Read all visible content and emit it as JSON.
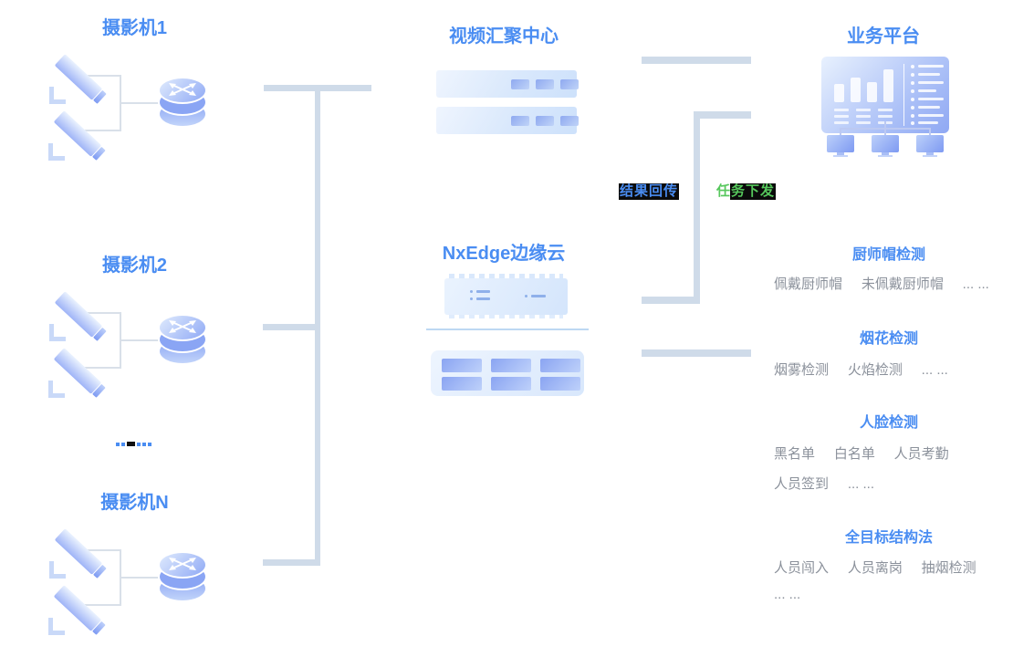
{
  "camera_groups": [
    {
      "title": "摄影机1"
    },
    {
      "title": "摄影机2"
    },
    {
      "title": "摄影机N"
    }
  ],
  "center": {
    "video_hub_title": "视频汇聚中心",
    "edge_cloud_title": "NxEdge边缘云"
  },
  "platform_title": "业务平台",
  "flows": {
    "result_return": "结果回传",
    "task_dispatch": "任务下发"
  },
  "sections": [
    {
      "title": "厨师帽检测",
      "lines": [
        [
          "佩戴厨师帽",
          "未佩戴厨师帽",
          "... ..."
        ]
      ]
    },
    {
      "title": "烟花检测",
      "lines": [
        [
          "烟雾检测",
          "火焰检测",
          "... ..."
        ]
      ]
    },
    {
      "title": "人脸检测",
      "lines": [
        [
          "黑名单",
          "白名单",
          "人员考勤"
        ],
        [
          "人员签到",
          "... ..."
        ]
      ]
    },
    {
      "title": "全目标结构法",
      "lines": [
        [
          "人员闯入",
          "人员离岗",
          "抽烟检测"
        ],
        [
          "... ..."
        ]
      ]
    }
  ],
  "icons": [
    "camera-icon",
    "router-icon",
    "server-icon",
    "edge-chip-icon",
    "compute-module-icon",
    "dashboard-icon",
    "monitor-icon",
    "continuation-dots-icon"
  ],
  "colors": {
    "accent_blue": "#4a8df2",
    "flow_green": "#56c75c",
    "item_gray": "#8b919b",
    "connector_bar": "#cfdbe9",
    "icon_gradient_light": "#e8f1fe",
    "icon_gradient_deep": "#7e9af2",
    "highlight_black": "#0b0b0b"
  }
}
